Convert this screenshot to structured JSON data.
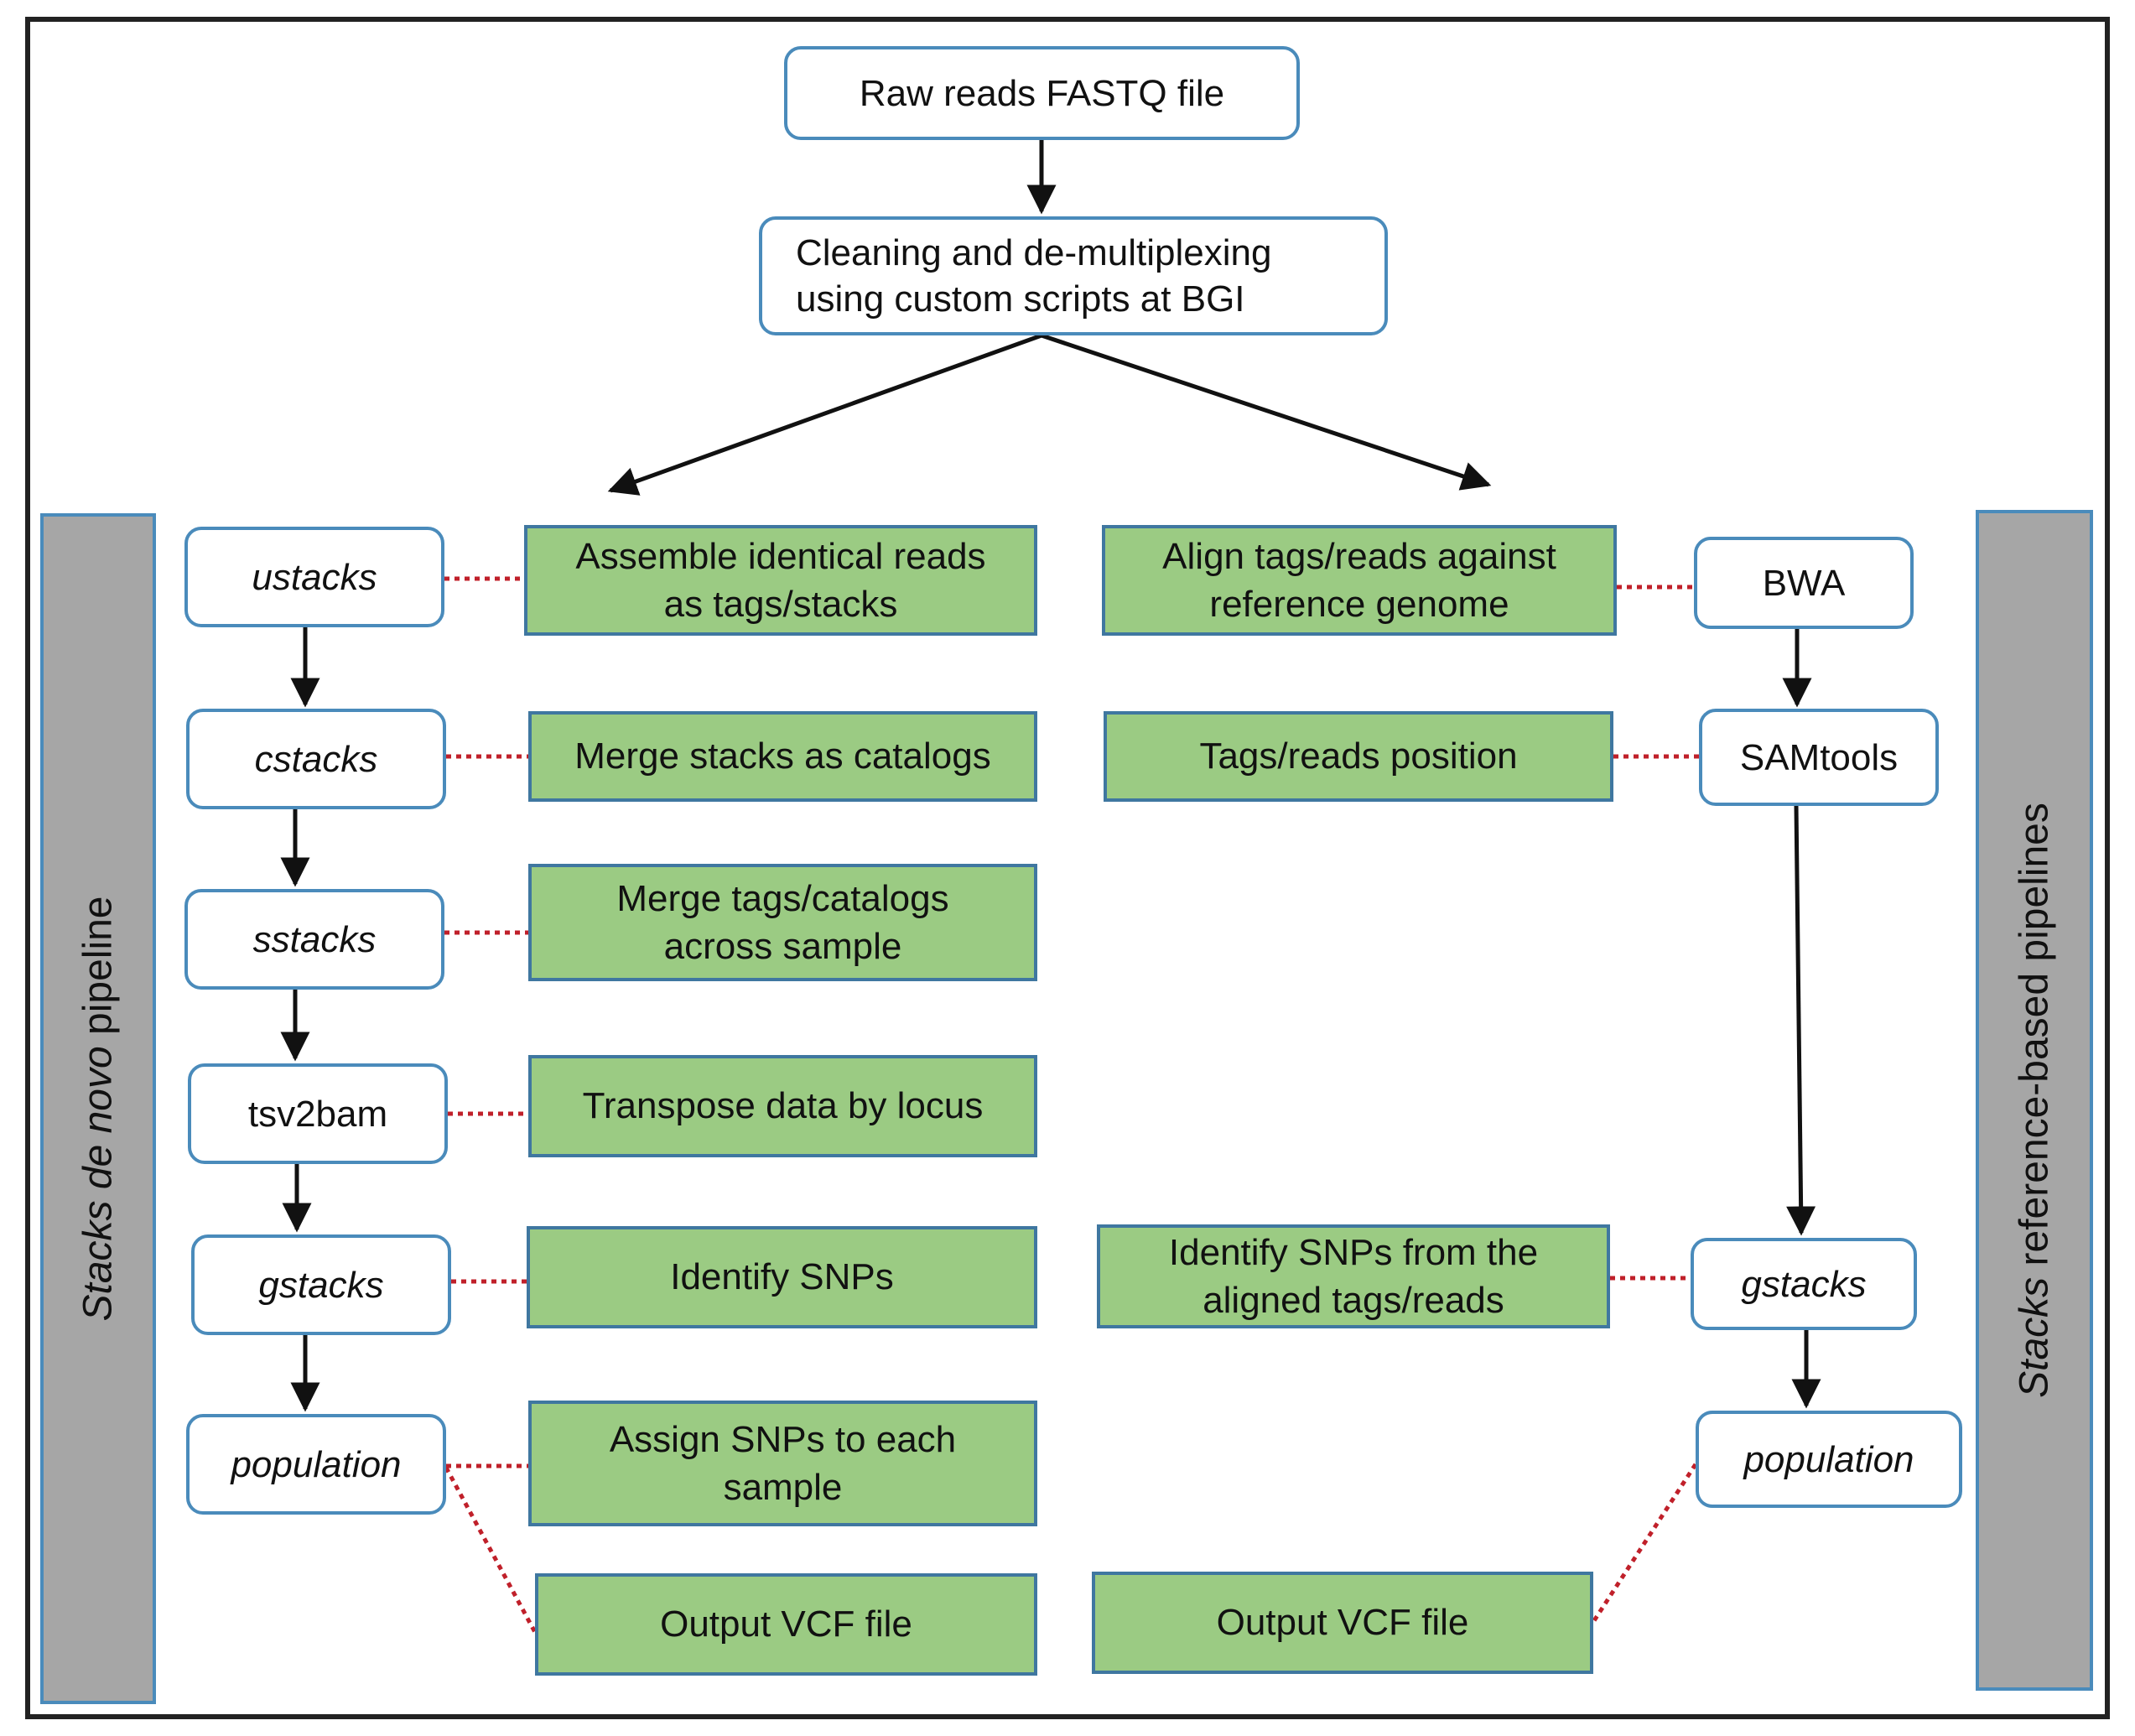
{
  "top": {
    "raw_reads": "Raw reads FASTQ file",
    "cleaning_line1": "Cleaning and de-multiplexing",
    "cleaning_line2": "using custom scripts at BGI"
  },
  "left_pipeline": {
    "label_italic": "Stacks de novo",
    "label_rest": " pipeline",
    "tools": [
      "ustacks",
      "cstacks",
      "sstacks",
      "tsv2bam",
      "gstacks",
      "population"
    ],
    "steps": [
      [
        "Assemble identical reads",
        "as tags/stacks"
      ],
      [
        "Merge stacks as catalogs"
      ],
      [
        "Merge tags/catalogs",
        "across sample"
      ],
      [
        "Transpose data by locus"
      ],
      [
        "Identify SNPs"
      ],
      [
        "Assign SNPs to each",
        "sample"
      ],
      [
        "Output VCF file"
      ]
    ]
  },
  "right_pipeline": {
    "label_italic": "Stacks",
    "label_rest": " reference-based pipelines",
    "tools": [
      "BWA",
      "SAMtools",
      "gstacks",
      "population"
    ],
    "steps": [
      [
        "Align tags/reads against",
        "reference genome"
      ],
      [
        "Tags/reads position"
      ],
      [
        "Identify SNPs from the",
        "aligned tags/reads"
      ],
      [
        "Output VCF file"
      ]
    ]
  },
  "colors": {
    "step_fill": "#9bcb83",
    "node_border": "#4a8bbb",
    "sidebar_fill": "#a6a6a6",
    "dotted_connector": "#c0202a"
  }
}
